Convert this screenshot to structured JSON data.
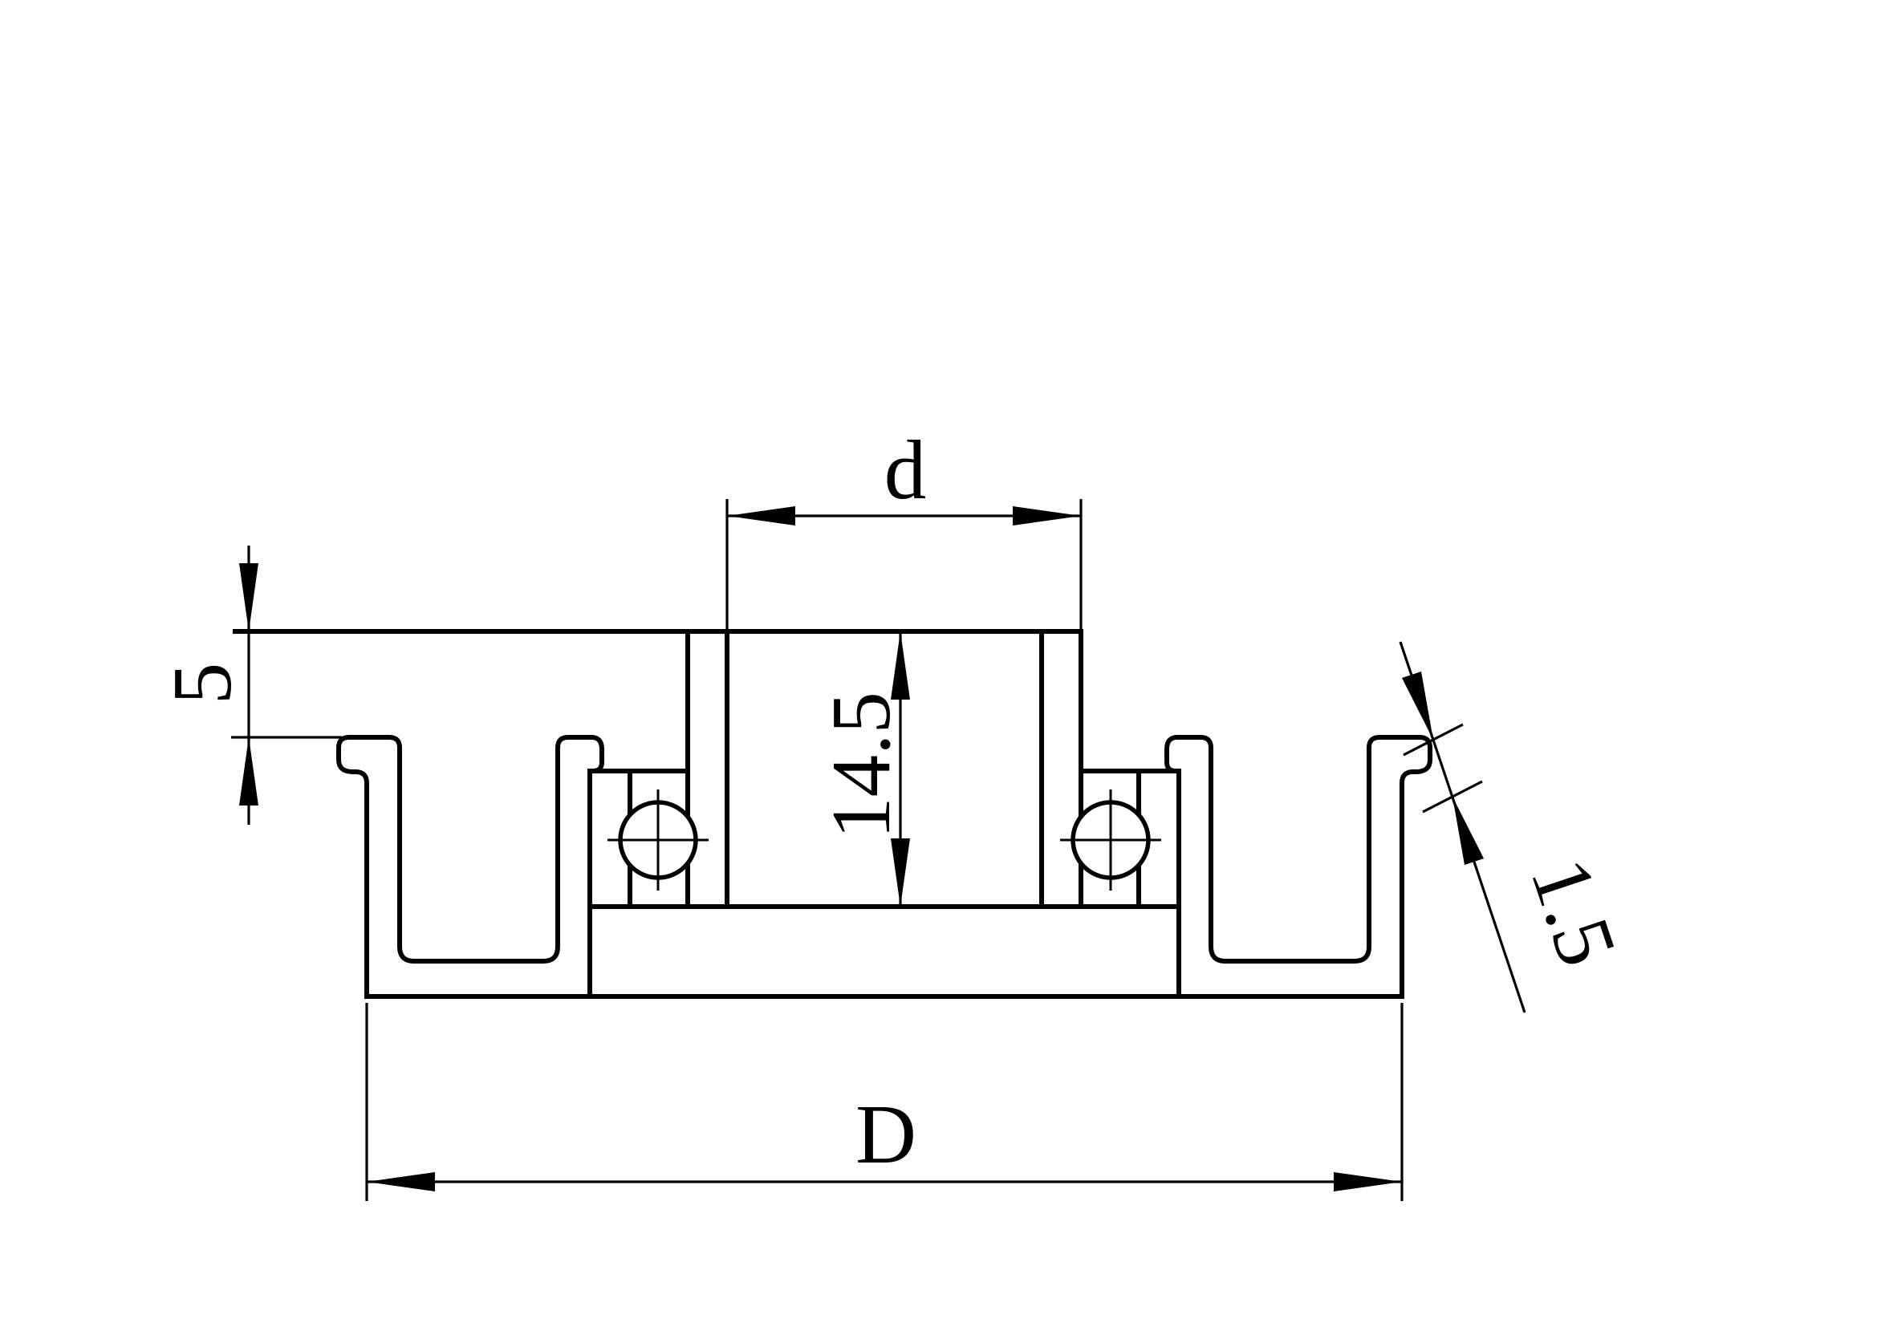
{
  "drawing": {
    "kind": "mechanical-section-drawing",
    "subject": "flanged pulley cross-section with two ball bearings",
    "ink_color": "#000000",
    "paper_color": "#ffffff"
  },
  "dimensions": {
    "bore": {
      "label": "d"
    },
    "flange_offset": {
      "label": "5"
    },
    "hub_depth": {
      "label": "14.5"
    },
    "wall_thickness": {
      "label": "1.5"
    },
    "outer_diameter": {
      "label": "D"
    }
  }
}
